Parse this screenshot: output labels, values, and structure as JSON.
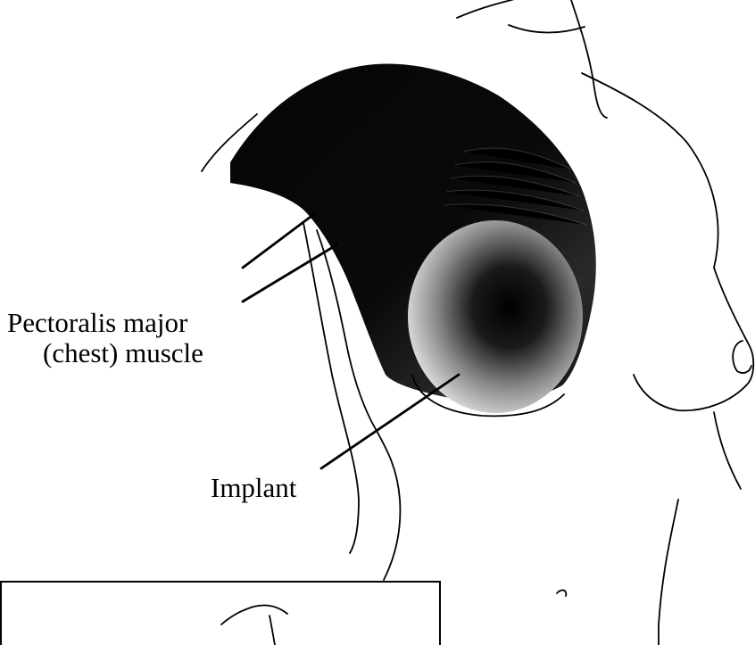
{
  "labels": {
    "muscle_line1": "Pectoralis major",
    "muscle_line2": "(chest) muscle",
    "implant": "Implant"
  },
  "colors": {
    "background": "#ffffff",
    "ink": "#000000",
    "implant_shade": "#7a7a7a"
  }
}
